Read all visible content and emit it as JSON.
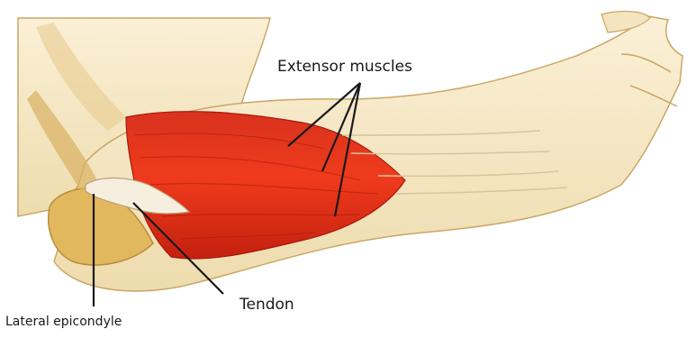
{
  "labels": {
    "extensor_muscles": "Extensor muscles",
    "tendon": "Tendon",
    "lateral_epicondyle": "Lateral epicondyle"
  },
  "colors": {
    "skin": "#f7e6c4",
    "skin_shadow": "#d8b46a",
    "muscle": "#e8301a",
    "muscle_dark": "#b81c10",
    "tendon": "#f4ecdc",
    "leader_line": "#1a1a1a"
  }
}
